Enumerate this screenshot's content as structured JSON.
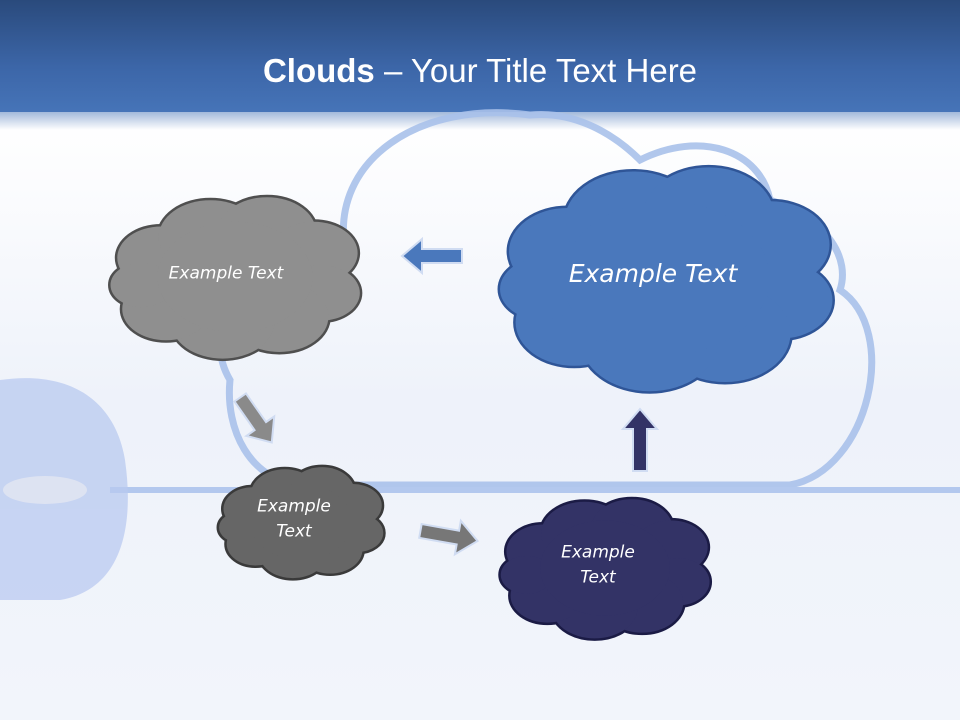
{
  "title": {
    "bold": "Clouds",
    "rest": " – Your Title Text Here"
  },
  "clouds": [
    {
      "id": "gray",
      "label": "Example Text",
      "fill": "#8f8f8f",
      "stroke": "#4f4f4f"
    },
    {
      "id": "blue",
      "label": "Example Text",
      "fill": "#4a78bc",
      "stroke": "#2f5597"
    },
    {
      "id": "darkgray",
      "label": "Example Text",
      "fill": "#666666",
      "stroke": "#3a3a3a"
    },
    {
      "id": "navy",
      "label": "Example Text",
      "fill": "#333366",
      "stroke": "#1b1b45"
    }
  ],
  "arrows": {
    "left": "#4a78bc",
    "down_right": "#8a8a8a",
    "right": "#777777",
    "up": "#333366"
  }
}
